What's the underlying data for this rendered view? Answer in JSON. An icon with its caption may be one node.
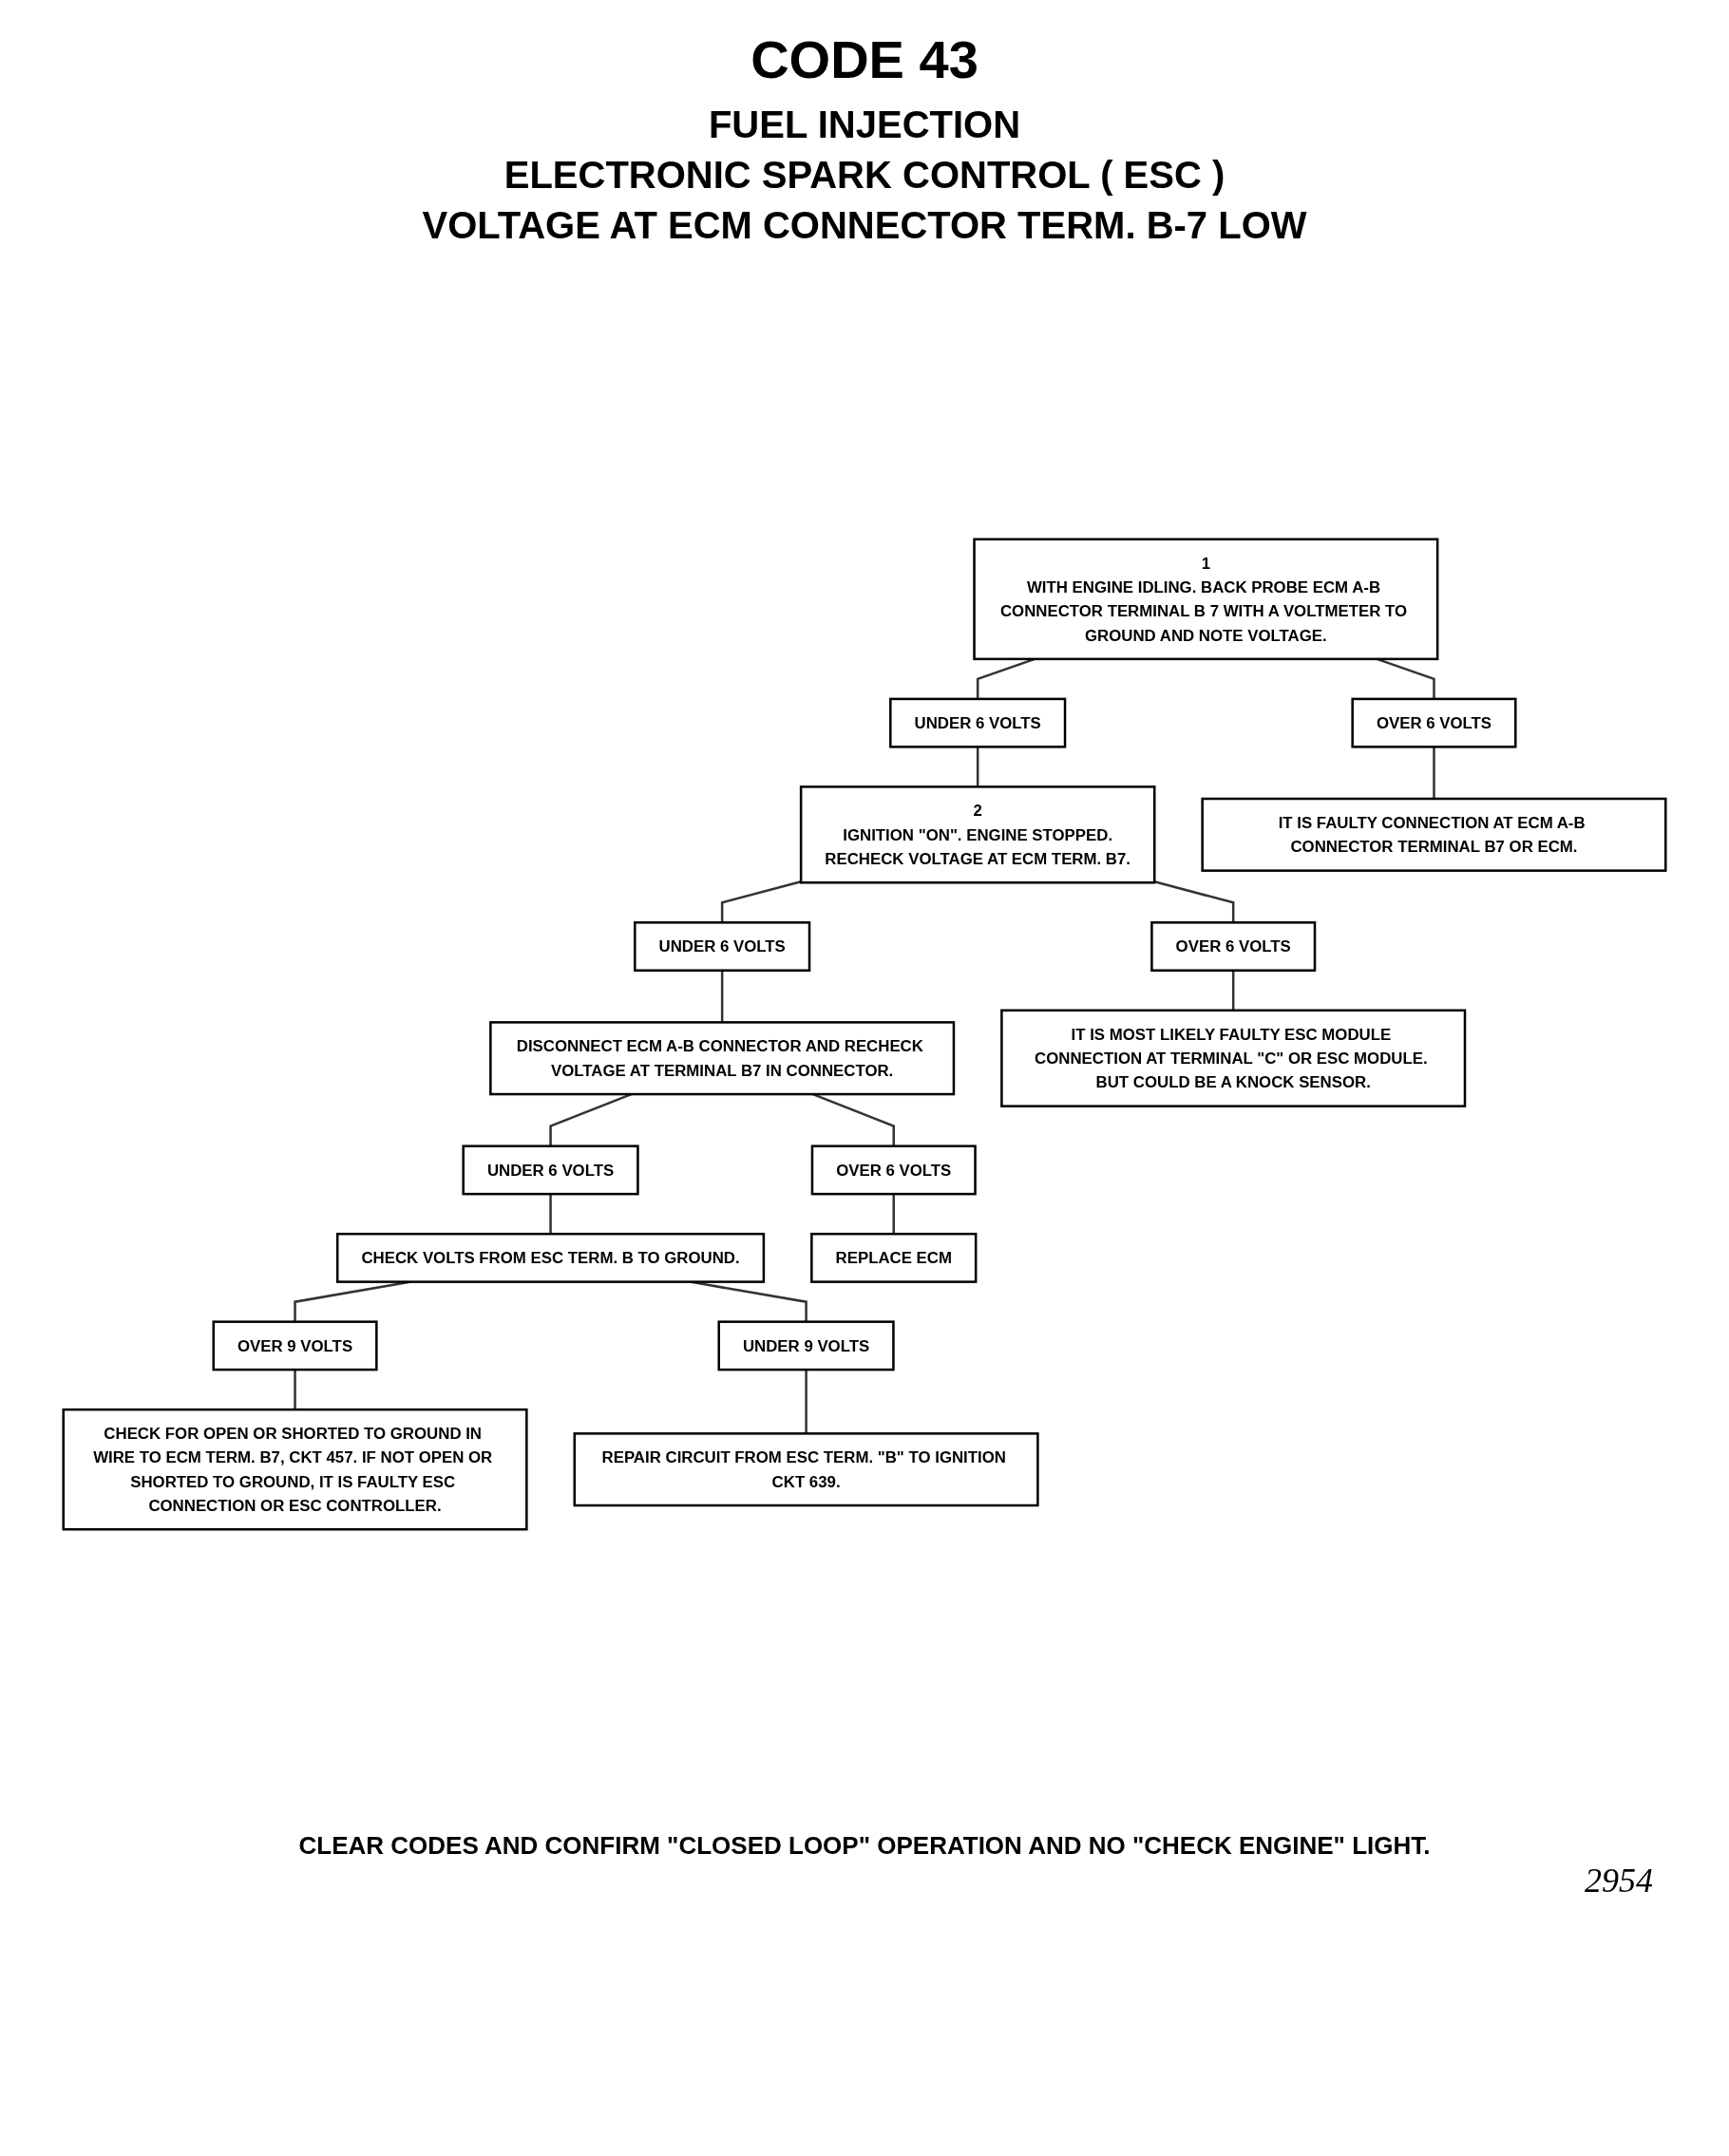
{
  "diagram": {
    "title": "CODE 43",
    "nodes": [
      {
        "text": [
          "1",
          "WITH ENGINE IDLING. BACK PROBE ECM A-B CONNECTOR TERMINAL B 7 WITH A VOLTMETER TO GROUND AND NOTE VOLTAGE."
        ]
      },
      {
        "text": [
          "UNDER 6 VOLTS"
        ]
      },
      {
        "text": [
          "OVER 6 VOLTS"
        ]
      },
      {
        "text": [
          "2",
          "IGNITION \"ON\". ENGINE STOPPED.",
          "RECHECK VOLTAGE AT ECM TERM. B7."
        ]
      },
      {
        "text": [
          "IT IS FAULTY CONNECTION AT ECM A-B CONNECTOR TERMINAL B7 OR ECM."
        ]
      },
      {
        "text": [
          "UNDER 6 VOLTS"
        ]
      },
      {
        "text": [
          "OVER 6 VOLTS"
        ]
      },
      {
        "text": [
          "DISCONNECT ECM A-B CONNECTOR AND RECHECK VOLTAGE AT TERMINAL B7 IN CONNECTOR."
        ]
      },
      {
        "text": [
          "IT IS MOST LIKELY FAULTY ESC MODULE CONNECTION AT TERMINAL \"C\" OR ESC MODULE. BUT COULD BE A KNOCK SENSOR."
        ]
      },
      {
        "text": [
          "UNDER 6 VOLTS"
        ]
      },
      {
        "text": [
          "OVER 6 VOLTS"
        ]
      },
      {
        "text": [
          "CHECK VOLTS FROM ESC TERM. B TO GROUND."
        ]
      },
      {
        "text": [
          "REPLACE ECM"
        ]
      },
      {
        "text": [
          "OVER 9 VOLTS"
        ]
      },
      {
        "text": [
          "UNDER 9 VOLTS"
        ]
      },
      {
        "text": [
          "CHECK FOR OPEN OR SHORTED TO GROUND IN WIRE TO ECM TERM. B7, CKT 457. IF NOT OPEN OR SHORTED TO GROUND, IT IS FAULTY ESC CONNECTION OR ESC CONTROLLER."
        ]
      },
      {
        "text": [
          "REPAIR CIRCUIT FROM ESC TERM. \"B\" TO IGNITION CKT 639."
        ]
      }
    ],
    "edges": [
      {
        "from": 0,
        "to": 1,
        "arrow": "none"
      },
      {
        "from": 0,
        "to": 2,
        "arrow": "none"
      },
      {
        "from": 1,
        "to": 3,
        "arrow": "none"
      },
      {
        "from": 2,
        "to": 4,
        "arrow": "none"
      },
      {
        "from": 3,
        "to": 5,
        "arrow": "none"
      },
      {
        "from": 3,
        "to": 6,
        "arrow": "none"
      },
      {
        "from": 5,
        "to": 7,
        "arrow": "none"
      },
      {
        "from": 6,
        "to": 8,
        "arrow": "none"
      },
      {
        "from": 7,
        "to": 9,
        "arrow": "none"
      },
      {
        "from": 7,
        "to": 10,
        "arrow": "none"
      },
      {
        "from": 9,
        "to": 11,
        "arrow": "none"
      },
      {
        "from": 10,
        "to": 12,
        "arrow": "none"
      },
      {
        "from": 11,
        "to": 13,
        "arrow": "none"
      },
      {
        "from": 11,
        "to": 14,
        "arrow": "none"
      },
      {
        "from": 13,
        "to": 15,
        "arrow": "none"
      },
      {
        "from": 14,
        "to": 16,
        "arrow": "none"
      }
    ],
    "labels": [
      "FUEL INJECTION",
      "ELECTRONIC SPARK CONTROL ( ESC )",
      "VOLTAGE AT ECM CONNECTOR TERM. B-7 LOW",
      "CLEAR CODES AND CONFIRM \"CLOSED LOOP\" OPERATION AND NO \"CHECK ENGINE\" LIGHT.",
      "2954"
    ]
  }
}
